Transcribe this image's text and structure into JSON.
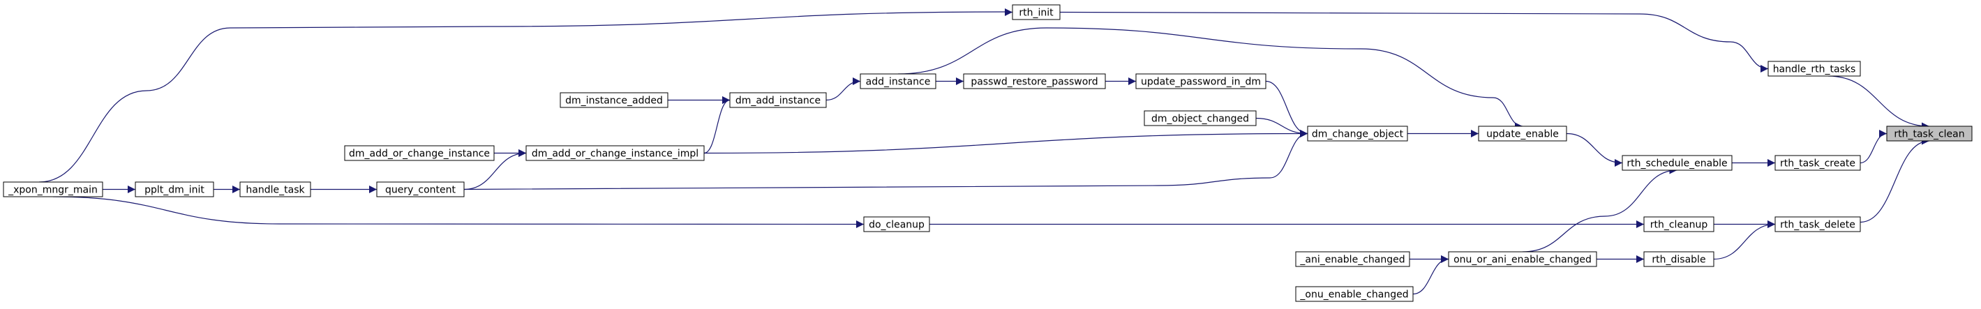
{
  "colors": {
    "edge": "#191970",
    "highlight": "#bfbfbf",
    "node_fill": "#ffffff",
    "node_stroke": "#000000"
  },
  "nodes": [
    {
      "id": "rth_task_clean",
      "label": "rth_task_clean",
      "highlight": true
    },
    {
      "id": "handle_rth_tasks",
      "label": "handle_rth_tasks"
    },
    {
      "id": "rth_init",
      "label": "rth_init"
    },
    {
      "id": "xpon_mngr_main",
      "label": "_xpon_mngr_main"
    },
    {
      "id": "rth_task_create",
      "label": "rth_task_create"
    },
    {
      "id": "rth_schedule_enable",
      "label": "rth_schedule_enable"
    },
    {
      "id": "update_enable",
      "label": "update_enable"
    },
    {
      "id": "dm_change_object",
      "label": "dm_change_object"
    },
    {
      "id": "update_password_in_dm",
      "label": "update_password_in_dm"
    },
    {
      "id": "passwd_restore_password",
      "label": "passwd_restore_password"
    },
    {
      "id": "add_instance",
      "label": "add_instance"
    },
    {
      "id": "dm_add_instance",
      "label": "dm_add_instance"
    },
    {
      "id": "dm_instance_added",
      "label": "dm_instance_added"
    },
    {
      "id": "dm_object_changed",
      "label": "dm_object_changed"
    },
    {
      "id": "dm_add_or_change_instance_impl",
      "label": "dm_add_or_change_instance_impl"
    },
    {
      "id": "dm_add_or_change_instance",
      "label": "dm_add_or_change_instance"
    },
    {
      "id": "query_content",
      "label": "query_content"
    },
    {
      "id": "handle_task",
      "label": "handle_task"
    },
    {
      "id": "pplt_dm_init",
      "label": "pplt_dm_init"
    },
    {
      "id": "rth_task_delete",
      "label": "rth_task_delete"
    },
    {
      "id": "rth_cleanup",
      "label": "rth_cleanup"
    },
    {
      "id": "do_cleanup",
      "label": "do_cleanup"
    },
    {
      "id": "rth_disable",
      "label": "rth_disable"
    },
    {
      "id": "onu_or_ani_enable_changed",
      "label": "onu_or_ani_enable_changed"
    },
    {
      "id": "ani_enable_changed",
      "label": "_ani_enable_changed"
    },
    {
      "id": "onu_enable_changed",
      "label": "_onu_enable_changed"
    }
  ],
  "edges": [
    {
      "from": "handle_rth_tasks",
      "to": "rth_task_clean"
    },
    {
      "from": "rth_task_create",
      "to": "rth_task_clean"
    },
    {
      "from": "rth_task_delete",
      "to": "rth_task_clean"
    },
    {
      "from": "rth_init",
      "to": "handle_rth_tasks"
    },
    {
      "from": "xpon_mngr_main",
      "to": "rth_init"
    },
    {
      "from": "rth_schedule_enable",
      "to": "rth_task_create"
    },
    {
      "from": "update_enable",
      "to": "rth_schedule_enable"
    },
    {
      "from": "onu_or_ani_enable_changed",
      "to": "rth_schedule_enable"
    },
    {
      "from": "dm_change_object",
      "to": "update_enable"
    },
    {
      "from": "add_instance",
      "to": "update_enable"
    },
    {
      "from": "update_password_in_dm",
      "to": "dm_change_object"
    },
    {
      "from": "dm_object_changed",
      "to": "dm_change_object"
    },
    {
      "from": "dm_add_or_change_instance_impl",
      "to": "dm_change_object"
    },
    {
      "from": "query_content",
      "to": "dm_change_object"
    },
    {
      "from": "passwd_restore_password",
      "to": "update_password_in_dm"
    },
    {
      "from": "add_instance",
      "to": "passwd_restore_password"
    },
    {
      "from": "dm_add_instance",
      "to": "add_instance"
    },
    {
      "from": "dm_instance_added",
      "to": "dm_add_instance"
    },
    {
      "from": "dm_add_or_change_instance_impl",
      "to": "dm_add_instance"
    },
    {
      "from": "dm_add_or_change_instance",
      "to": "dm_add_or_change_instance_impl"
    },
    {
      "from": "query_content",
      "to": "dm_add_or_change_instance_impl"
    },
    {
      "from": "handle_task",
      "to": "query_content"
    },
    {
      "from": "pplt_dm_init",
      "to": "handle_task"
    },
    {
      "from": "xpon_mngr_main",
      "to": "pplt_dm_init"
    },
    {
      "from": "rth_cleanup",
      "to": "rth_task_delete"
    },
    {
      "from": "rth_disable",
      "to": "rth_task_delete"
    },
    {
      "from": "do_cleanup",
      "to": "rth_cleanup"
    },
    {
      "from": "xpon_mngr_main",
      "to": "do_cleanup"
    },
    {
      "from": "onu_or_ani_enable_changed",
      "to": "rth_disable"
    },
    {
      "from": "ani_enable_changed",
      "to": "onu_or_ani_enable_changed"
    },
    {
      "from": "onu_enable_changed",
      "to": "onu_or_ani_enable_changed"
    }
  ]
}
